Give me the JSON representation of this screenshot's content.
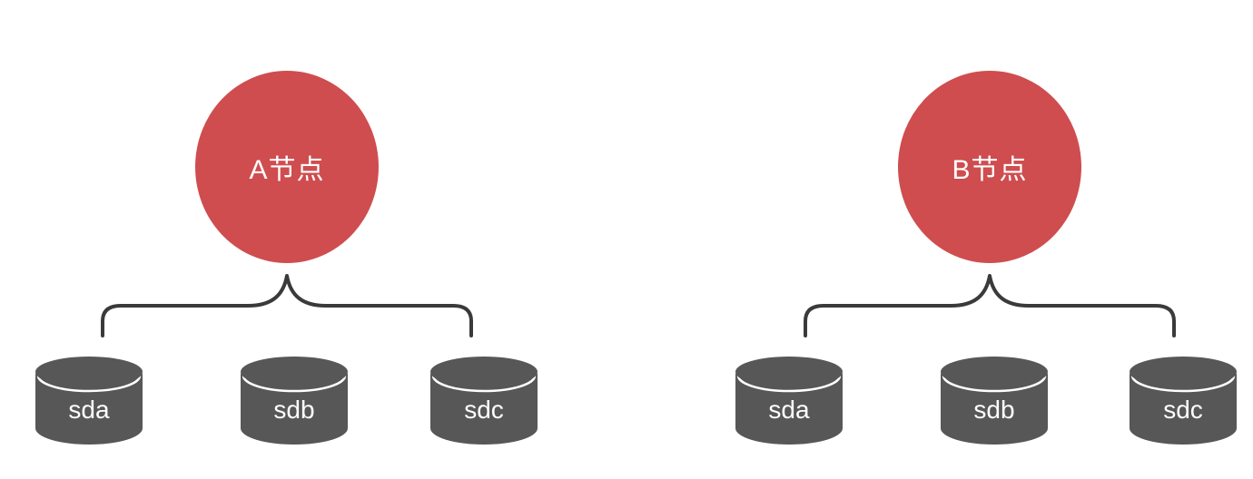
{
  "diagram": {
    "title": "node-disk-topology",
    "nodes": [
      {
        "label": "A节点",
        "disks": [
          "sda",
          "sdb",
          "sdc"
        ]
      },
      {
        "label": "B节点",
        "disks": [
          "sda",
          "sdb",
          "sdc"
        ]
      }
    ],
    "colors": {
      "node_fill": "#CF4D4F",
      "disk_fill": "#575757",
      "disk_separator": "#FFFFFF",
      "brace_stroke": "#3A3A3A",
      "label_text": "#FFFFFF",
      "background": "#FFFFFF"
    }
  }
}
